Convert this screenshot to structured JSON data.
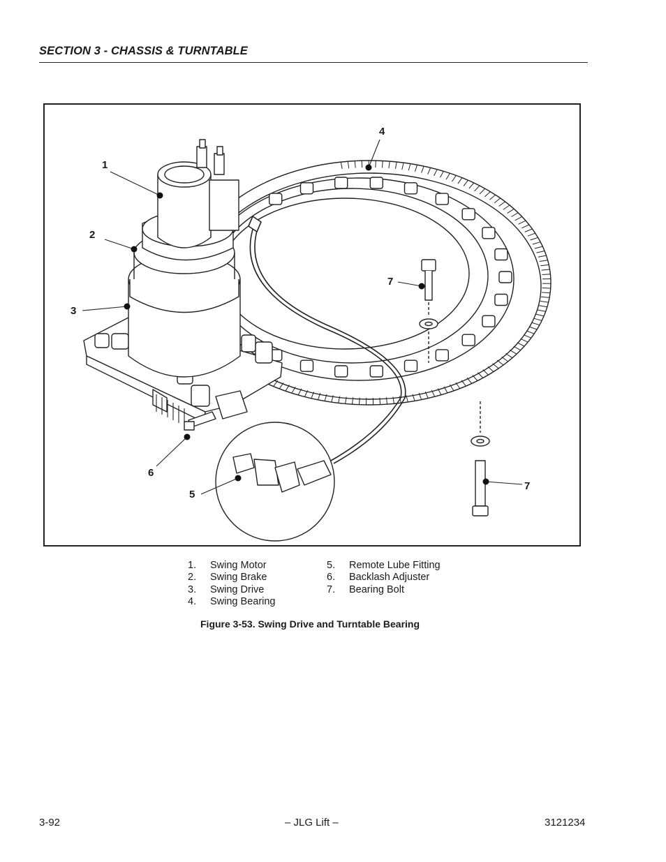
{
  "header": {
    "section_title": "SECTION 3 - CHASSIS & TURNTABLE"
  },
  "figure": {
    "callouts": [
      "1",
      "2",
      "3",
      "4",
      "5",
      "6",
      "7",
      "7"
    ],
    "legend_left": [
      {
        "num": "1.",
        "label": "Swing Motor"
      },
      {
        "num": "2.",
        "label": "Swing Brake"
      },
      {
        "num": "3.",
        "label": "Swing Drive"
      },
      {
        "num": "4.",
        "label": "Swing Bearing"
      }
    ],
    "legend_right": [
      {
        "num": "5.",
        "label": "Remote Lube Fitting"
      },
      {
        "num": "6.",
        "label": "Backlash Adjuster"
      },
      {
        "num": "7.",
        "label": "Bearing Bolt"
      }
    ],
    "caption": "Figure 3-53.  Swing Drive and Turntable Bearing"
  },
  "footer": {
    "page_number": "3-92",
    "brand": "– JLG Lift –",
    "doc_number": "3121234"
  }
}
